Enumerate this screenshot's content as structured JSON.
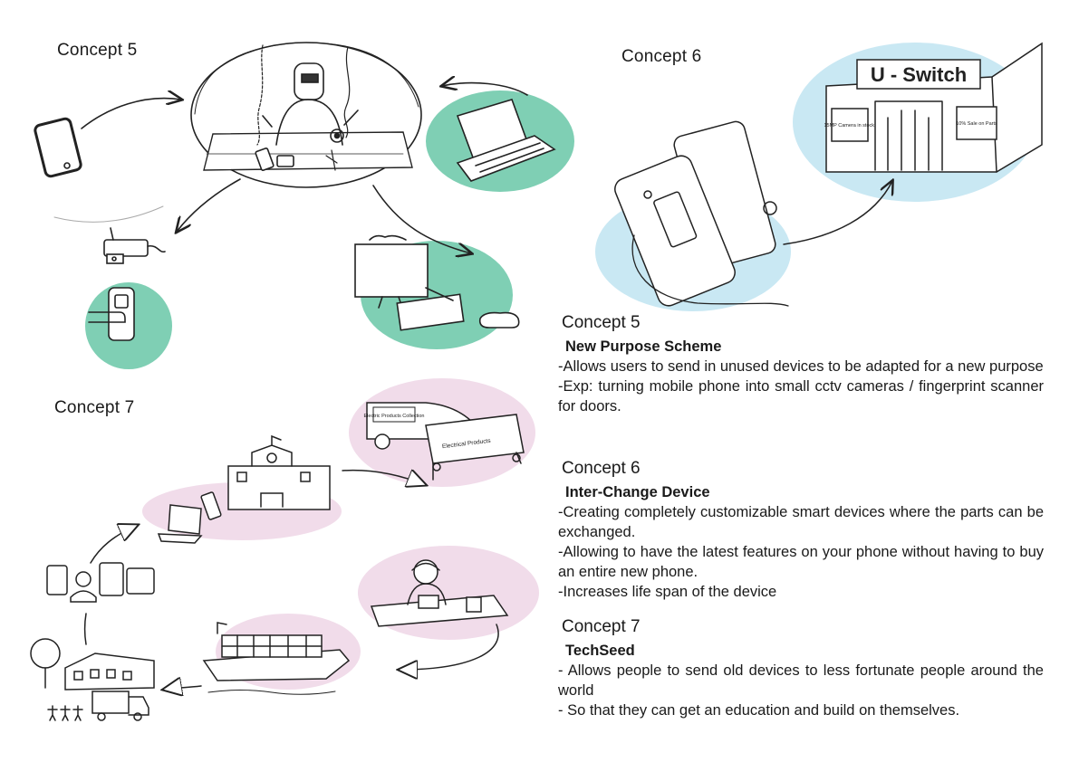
{
  "titles": {
    "concept5": "Concept 5",
    "concept6": "Concept 6",
    "concept7": "Concept 7"
  },
  "sketch_labels": {
    "store_sign": "U - Switch",
    "camera_poster": "15MP Camera in stock!",
    "sale_poster": "10% Sale on Parts",
    "van_text": "Electric Products Collection",
    "bin_text": "Electrical Products"
  },
  "descriptions": {
    "c5": {
      "heading": "Concept 5",
      "subheading": "New Purpose Scheme",
      "line1": "-Allows users to send in unused devices to be adapted for a new purpose",
      "line2": "-Exp: turning mobile phone into small cctv cameras /  fingerprint scanner for doors."
    },
    "c6": {
      "heading": "Concept 6",
      "subheading": "Inter-Change Device",
      "line1": "-Creating completely customizable smart devices where the parts can be exchanged.",
      "line2": "-Allowing to have the latest features on your phone without having to buy an entire new phone.",
      "line3": "-Increases life span of the device"
    },
    "c7": {
      "heading": "Concept 7",
      "subheading": "TechSeed",
      "line1": " - Allows people to send old devices to less fortunate people around the world",
      "line2": " - So that they can get an education and build on themselves."
    }
  },
  "colors": {
    "green_blob": "#7fcfb4",
    "blue_blob": "#c9e8f3",
    "pink_blob": "#f1dcea",
    "ink": "#222222"
  }
}
